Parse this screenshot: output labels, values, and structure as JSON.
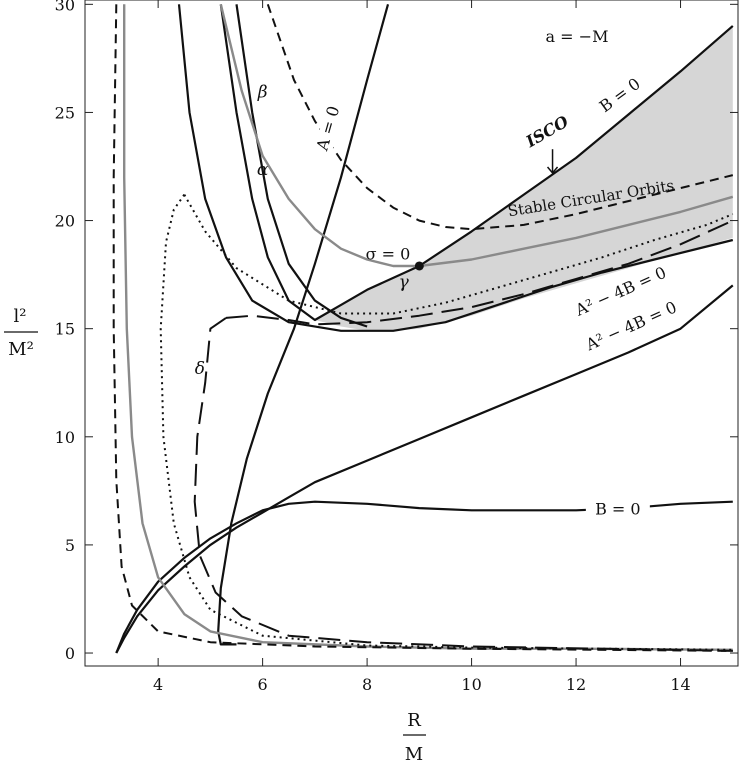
{
  "chart_data": {
    "type": "line",
    "xlim": [
      2.6,
      15.1
    ],
    "ylim": [
      -0.6,
      30.2
    ],
    "x_ticks": [
      4,
      6,
      8,
      10,
      12,
      14
    ],
    "y_ticks": [
      0,
      5,
      10,
      15,
      20,
      25,
      30
    ],
    "x_tick_labels": [
      "4",
      "6",
      "8",
      "10",
      "12",
      "14"
    ],
    "y_tick_labels": [
      "0",
      "5",
      "10",
      "15",
      "20",
      "25",
      "30"
    ],
    "xlabel_num": "R",
    "xlabel_den": "M",
    "ylabel_num": "l²",
    "ylabel_den": "M²",
    "annotation_param": "a = −M",
    "annotations": {
      "A_zero": "A = 0",
      "B_zero_upper": "B = 0",
      "B_zero_lower": "B = 0",
      "disc_upper": "A² − 4B = 0",
      "disc_lower": "A² − 4B = 0",
      "isco": "ISCO",
      "stable": "Stable Circular Orbits",
      "sigma_zero": "σ = 0",
      "alpha": "α",
      "beta": "β",
      "gamma": "γ",
      "delta": "δ"
    },
    "isco_point": [
      9.0,
      17.9
    ],
    "shaded_region": {
      "upper_boundary": [
        [
          7.0,
          15.4
        ],
        [
          7.5,
          16.1
        ],
        [
          8.0,
          16.8
        ],
        [
          8.5,
          17.4
        ],
        [
          9.0,
          17.9
        ],
        [
          10,
          19.5
        ],
        [
          11,
          21.2
        ],
        [
          12,
          22.9
        ],
        [
          13,
          24.9
        ],
        [
          14,
          26.9
        ],
        [
          15,
          29.0
        ]
      ],
      "lower_boundary": [
        [
          7.0,
          15.4
        ],
        [
          7.5,
          15.1
        ],
        [
          8.0,
          14.9
        ],
        [
          8.5,
          14.9
        ],
        [
          9.0,
          15.0
        ],
        [
          10,
          15.6
        ],
        [
          11,
          16.4
        ],
        [
          12,
          17.1
        ],
        [
          13,
          17.8
        ],
        [
          14,
          18.5
        ],
        [
          15,
          19.2
        ]
      ]
    },
    "series": [
      {
        "style": "solid-black",
        "points": [
          [
            4.4,
            30
          ],
          [
            4.6,
            25
          ],
          [
            4.9,
            21
          ],
          [
            5.3,
            18.3
          ],
          [
            5.8,
            16.3
          ],
          [
            6.5,
            15.3
          ],
          [
            7.5,
            14.9
          ],
          [
            8.5,
            14.9
          ],
          [
            9.5,
            15.3
          ],
          [
            10.5,
            16.1
          ],
          [
            11.5,
            16.9
          ],
          [
            12.5,
            17.6
          ],
          [
            13.5,
            18.2
          ],
          [
            14.5,
            18.8
          ],
          [
            15,
            19.1
          ]
        ]
      },
      {
        "style": "solid-black",
        "points": [
          [
            5.2,
            30
          ],
          [
            5.5,
            25
          ],
          [
            5.8,
            21
          ],
          [
            6.1,
            18.3
          ],
          [
            6.5,
            16.3
          ],
          [
            7.0,
            15.4
          ],
          [
            7.5,
            16.1
          ],
          [
            8.0,
            16.8
          ],
          [
            9.0,
            17.9
          ],
          [
            10,
            19.5
          ],
          [
            11,
            21.2
          ],
          [
            12,
            22.9
          ],
          [
            13,
            24.9
          ],
          [
            14,
            26.9
          ],
          [
            15,
            29.0
          ]
        ]
      },
      {
        "style": "solid-black",
        "points": [
          [
            5.5,
            30
          ],
          [
            5.8,
            25
          ],
          [
            6.1,
            21
          ],
          [
            6.5,
            18
          ],
          [
            7.0,
            16.3
          ],
          [
            7.5,
            15.5
          ],
          [
            8.0,
            15.1
          ]
        ]
      },
      {
        "style": "solid-black",
        "points": [
          [
            5.5,
            0.4
          ],
          [
            5.2,
            0.4
          ],
          [
            5.15,
            1.0
          ],
          [
            5.2,
            3.0
          ],
          [
            5.4,
            6.0
          ],
          [
            5.7,
            9.0
          ],
          [
            6.1,
            12.0
          ],
          [
            6.6,
            15.0
          ],
          [
            7.0,
            18.0
          ],
          [
            7.5,
            22.0
          ],
          [
            8.0,
            26.5
          ],
          [
            8.4,
            30
          ]
        ]
      },
      {
        "style": "solid-black",
        "points": [
          [
            3.2,
            0.0
          ],
          [
            3.35,
            0.9
          ],
          [
            3.6,
            2.0
          ],
          [
            4.0,
            3.3
          ],
          [
            4.5,
            4.4
          ],
          [
            5.0,
            5.3
          ],
          [
            5.5,
            6.0
          ],
          [
            6.0,
            6.6
          ],
          [
            6.5,
            6.9
          ],
          [
            7.0,
            7.0
          ],
          [
            8.0,
            6.9
          ],
          [
            9.0,
            6.7
          ],
          [
            10,
            6.6
          ],
          [
            11,
            6.6
          ],
          [
            12,
            6.6
          ],
          [
            13,
            6.7
          ],
          [
            14,
            6.9
          ],
          [
            15,
            7.0
          ]
        ]
      },
      {
        "style": "solid-black",
        "points": [
          [
            3.2,
            0.0
          ],
          [
            3.35,
            0.7
          ],
          [
            3.6,
            1.7
          ],
          [
            4.0,
            2.9
          ],
          [
            4.5,
            4.0
          ],
          [
            5.0,
            5.0
          ],
          [
            5.5,
            5.8
          ],
          [
            6.0,
            6.5
          ],
          [
            6.5,
            7.2
          ],
          [
            7.0,
            7.9
          ],
          [
            8.0,
            8.9
          ],
          [
            9.0,
            9.9
          ],
          [
            10,
            10.9
          ],
          [
            11,
            11.9
          ],
          [
            12,
            12.9
          ],
          [
            13,
            13.9
          ],
          [
            14,
            15.0
          ],
          [
            15,
            17.0
          ]
        ]
      },
      {
        "style": "gray",
        "points": [
          [
            3.35,
            30
          ],
          [
            3.35,
            22
          ],
          [
            3.4,
            15
          ],
          [
            3.5,
            10
          ],
          [
            3.7,
            6
          ],
          [
            4.0,
            3.5
          ],
          [
            4.5,
            1.8
          ],
          [
            5.0,
            1.0
          ],
          [
            6.0,
            0.5
          ],
          [
            8.0,
            0.3
          ],
          [
            10,
            0.2
          ],
          [
            12,
            0.2
          ],
          [
            15,
            0.15
          ]
        ]
      },
      {
        "style": "gray",
        "points": [
          [
            5.2,
            30
          ],
          [
            5.6,
            26
          ],
          [
            6.0,
            23
          ],
          [
            6.5,
            21
          ],
          [
            7.0,
            19.6
          ],
          [
            7.5,
            18.7
          ],
          [
            8.0,
            18.2
          ],
          [
            8.5,
            17.9
          ],
          [
            9.0,
            17.9
          ],
          [
            10,
            18.2
          ],
          [
            11,
            18.7
          ],
          [
            12,
            19.2
          ],
          [
            13,
            19.8
          ],
          [
            14,
            20.4
          ],
          [
            15,
            21.1
          ]
        ]
      },
      {
        "style": "dashed",
        "points": [
          [
            3.2,
            30
          ],
          [
            3.15,
            22
          ],
          [
            3.15,
            15
          ],
          [
            3.2,
            8
          ],
          [
            3.3,
            4
          ],
          [
            3.5,
            2.2
          ],
          [
            4.0,
            1.0
          ],
          [
            5.0,
            0.5
          ],
          [
            7.0,
            0.3
          ],
          [
            10,
            0.2
          ],
          [
            15,
            0.1
          ]
        ]
      },
      {
        "style": "dashed",
        "points": [
          [
            6.1,
            30
          ],
          [
            6.6,
            26.5
          ],
          [
            7.0,
            24.6
          ],
          [
            7.5,
            22.8
          ],
          [
            8.0,
            21.5
          ],
          [
            8.5,
            20.6
          ],
          [
            9.0,
            20.0
          ],
          [
            9.5,
            19.7
          ],
          [
            10,
            19.6
          ],
          [
            11,
            19.8
          ],
          [
            12,
            20.3
          ],
          [
            13,
            20.9
          ],
          [
            14,
            21.5
          ],
          [
            15,
            22.1
          ]
        ]
      },
      {
        "style": "dotted",
        "points": [
          [
            4.5,
            21.2
          ],
          [
            4.3,
            20.5
          ],
          [
            4.15,
            19
          ],
          [
            4.05,
            15
          ],
          [
            4.1,
            10
          ],
          [
            4.3,
            6
          ],
          [
            4.6,
            3.5
          ],
          [
            5.0,
            2.0
          ],
          [
            6.0,
            0.8
          ],
          [
            8.0,
            0.35
          ],
          [
            10,
            0.25
          ],
          [
            15,
            0.15
          ]
        ]
      },
      {
        "style": "dotted",
        "points": [
          [
            4.5,
            21.2
          ],
          [
            4.9,
            19.5
          ],
          [
            5.5,
            17.8
          ],
          [
            6.5,
            16.3
          ],
          [
            7.5,
            15.7
          ],
          [
            8.5,
            15.7
          ],
          [
            9.5,
            16.2
          ],
          [
            10.5,
            16.9
          ],
          [
            11.5,
            17.6
          ],
          [
            12.5,
            18.3
          ],
          [
            13.5,
            19.1
          ],
          [
            14.5,
            19.8
          ],
          [
            15,
            20.3
          ]
        ]
      },
      {
        "style": "longdash",
        "points": [
          [
            5.3,
            15.5
          ],
          [
            5.8,
            15.6
          ],
          [
            6.5,
            15.4
          ],
          [
            7.0,
            15.2
          ],
          [
            8.0,
            15.3
          ],
          [
            9.0,
            15.6
          ],
          [
            10,
            16.0
          ],
          [
            11,
            16.6
          ],
          [
            12,
            17.3
          ],
          [
            13,
            18.0
          ],
          [
            14,
            18.9
          ],
          [
            15,
            20.0
          ]
        ]
      },
      {
        "style": "longdash",
        "points": [
          [
            5.3,
            15.5
          ],
          [
            5.0,
            15.0
          ],
          [
            4.9,
            12.5
          ],
          [
            4.75,
            10.0
          ],
          [
            4.7,
            7.0
          ],
          [
            4.8,
            4.5
          ],
          [
            5.1,
            2.8
          ],
          [
            5.6,
            1.7
          ],
          [
            6.5,
            0.8
          ],
          [
            8.0,
            0.5
          ],
          [
            10,
            0.3
          ],
          [
            15,
            0.1
          ]
        ]
      }
    ]
  }
}
